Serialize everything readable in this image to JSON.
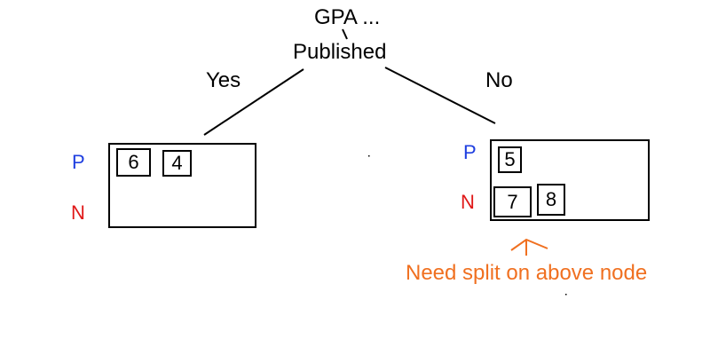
{
  "root": {
    "top_label": "GPA ...",
    "split_label": "Published"
  },
  "branches": {
    "yes": "Yes",
    "no": "No"
  },
  "leaves": {
    "left": {
      "p_label": "P",
      "n_label": "N",
      "p_items": [
        "6",
        "4"
      ],
      "n_items": []
    },
    "right": {
      "p_label": "P",
      "n_label": "N",
      "p_items": [
        "5"
      ],
      "n_items": [
        "7",
        "8"
      ]
    }
  },
  "annotation": {
    "text": "Need split on above node"
  },
  "colors": {
    "p": "#1f3fe0",
    "n": "#e01818",
    "annotation": "#f07020",
    "line": "#000000"
  }
}
